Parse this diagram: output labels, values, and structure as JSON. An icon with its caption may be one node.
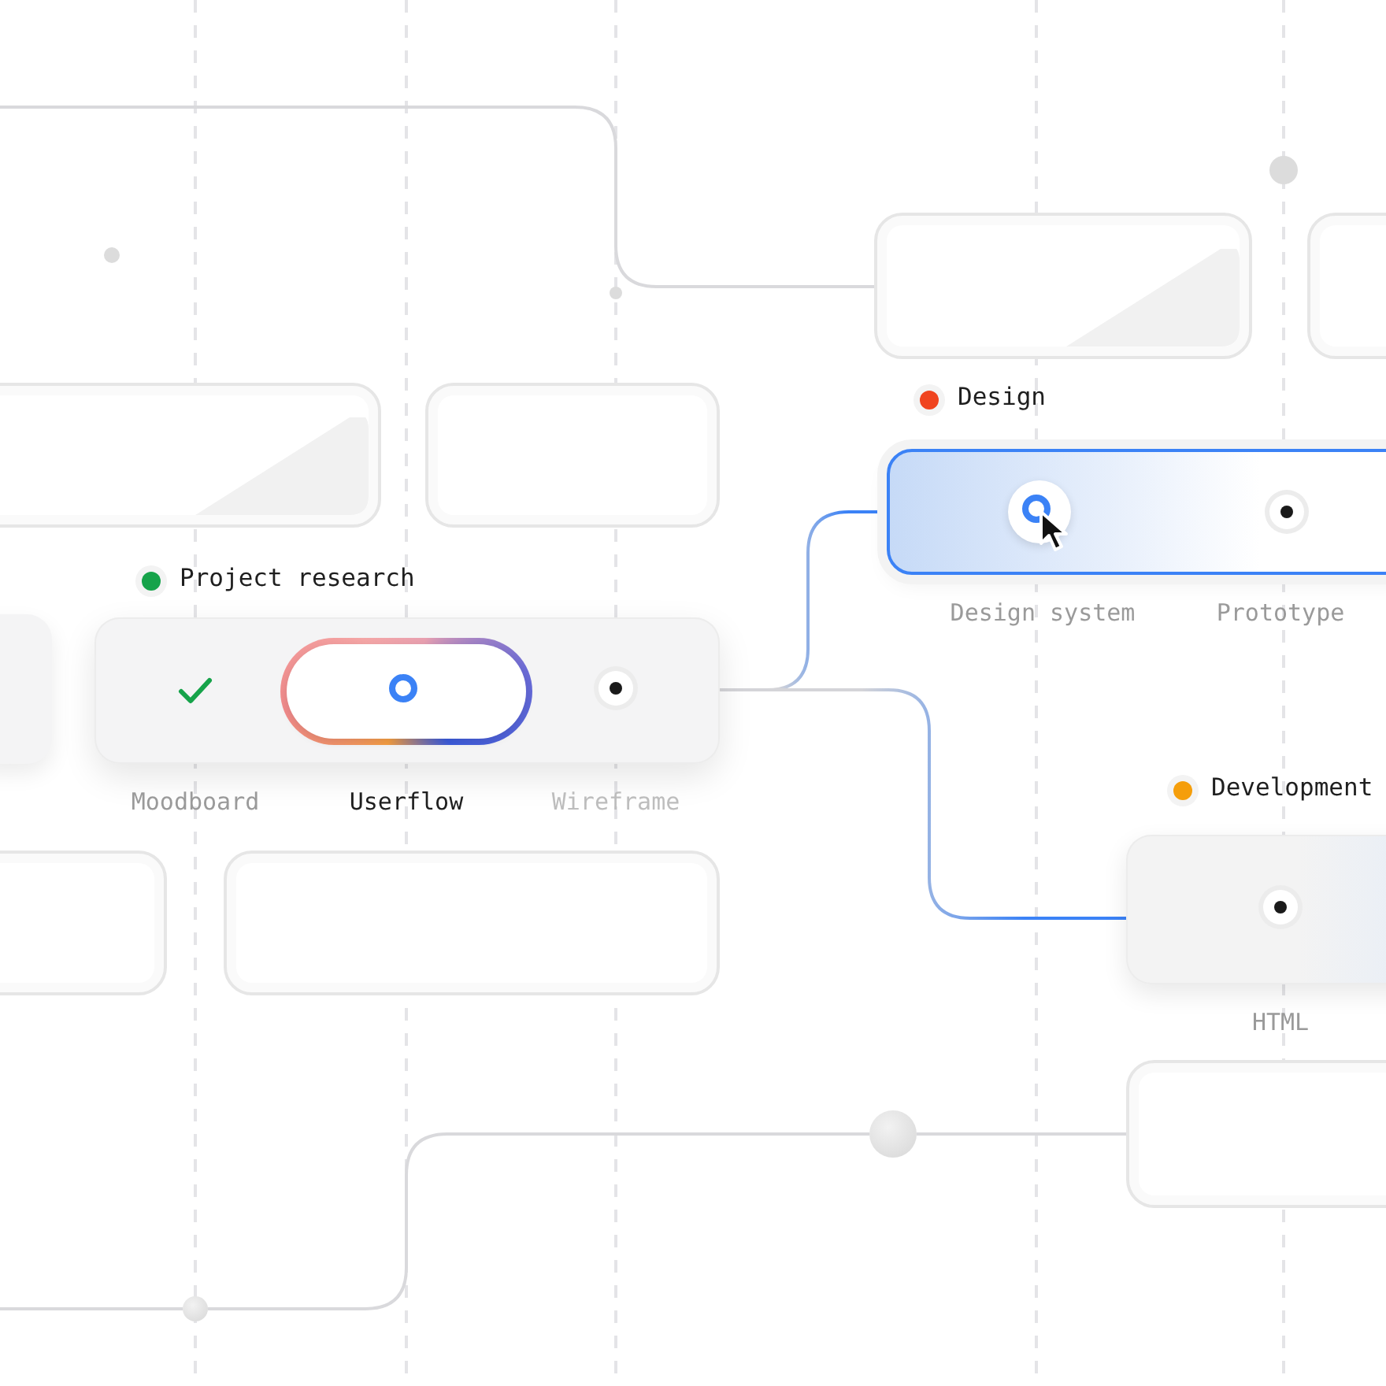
{
  "diagram": {
    "nodes": [
      {
        "text": [],
        "shape": "box"
      },
      {
        "text": [],
        "shape": "box"
      },
      {
        "text": [
          "Design",
          "Design system",
          "Prototype"
        ]
      },
      {
        "text": [],
        "shape": "box"
      },
      {
        "text": [],
        "shape": "box"
      },
      {
        "text": [
          "Project research",
          "Moodboard",
          "Userflow",
          "Wireframe"
        ]
      },
      {
        "text": [],
        "shape": "box"
      },
      {
        "text": [
          "Development",
          "HTML"
        ]
      },
      {
        "text": [],
        "shape": "box"
      },
      {
        "text": [],
        "shape": "box"
      },
      {
        "text": [],
        "shape": "box"
      },
      {
        "text": [],
        "shape": "circle"
      },
      {
        "text": [],
        "shape": "circle"
      }
    ],
    "edges": [
      {
        "from": null,
        "to": 0,
        "arrow": "none"
      },
      {
        "from": 5,
        "to": 2,
        "arrow": "none",
        "color": "#3b82f6"
      },
      {
        "from": 5,
        "to": 7,
        "arrow": "none",
        "color": "#3b82f6"
      },
      {
        "from": null,
        "to": 12,
        "arrow": "none"
      },
      {
        "from": 12,
        "to": 11,
        "arrow": "none"
      },
      {
        "from": 11,
        "to": 10,
        "arrow": "none"
      }
    ]
  }
}
